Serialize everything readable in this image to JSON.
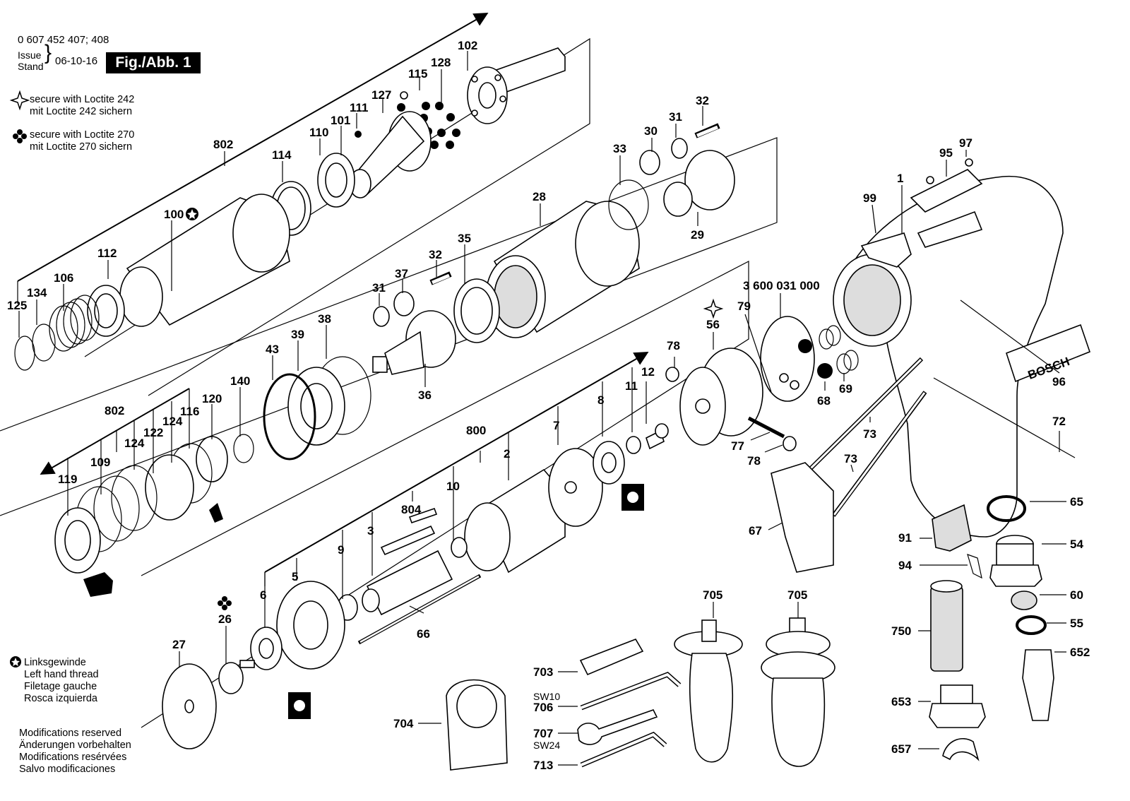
{
  "header": {
    "model_numbers": "0 607 452 407; 408",
    "issue_label": "Issue",
    "stand_label": "Stand",
    "issue_date": "06-10-16",
    "figure_label": "Fig./Abb. 1"
  },
  "legend": {
    "loctite_242_en": "secure with Loctite 242",
    "loctite_242_de": "mit Loctite 242 sichern",
    "loctite_270_en": "secure with Loctite 270",
    "loctite_270_de": "mit Loctite 270 sichern"
  },
  "left_thread_note": [
    "Linksgewinde",
    "Left hand thread",
    "Filetage gauche",
    "Rosca izquierda"
  ],
  "modifications_note": [
    "Modifications reserved",
    "Änderungen vorbehalten",
    "Modifications resérvées",
    "Salvo modificaciones"
  ],
  "brand_text": "BOSCH",
  "part_labels": {
    "p102": "102",
    "p128": "128",
    "p115": "115",
    "p127": "127",
    "p111": "111",
    "p101": "101",
    "p110": "110",
    "p114": "114",
    "p802a": "802",
    "p100": "100",
    "p112": "112",
    "p106": "106",
    "p134": "134",
    "p125": "125",
    "p32a": "32",
    "p31a": "31",
    "p30": "30",
    "p33": "33",
    "p29": "29",
    "p28": "28",
    "p35": "35",
    "p32b": "32",
    "p37": "37",
    "p31b": "31",
    "p36": "36",
    "p38": "38",
    "p39": "39",
    "p43": "43",
    "p140": "140",
    "p120": "120",
    "p116": "116",
    "p124a": "124",
    "p122": "122",
    "p802b": "802",
    "p124b": "124",
    "p109": "109",
    "p119": "119",
    "p800": "800",
    "p12": "12",
    "p11": "11",
    "p8": "8",
    "p7": "7",
    "p2": "2",
    "p10": "10",
    "p804": "804",
    "p3": "3",
    "p9": "9",
    "p5": "5",
    "p6": "6",
    "p26": "26",
    "p27": "27",
    "p66": "66",
    "p78a": "78",
    "p56": "56",
    "p79": "79",
    "p3600": "3 600 031 000",
    "p68": "68",
    "p69": "69",
    "p77": "77",
    "p78b": "78",
    "p67": "67",
    "p73a": "73",
    "p73b": "73",
    "p72": "72",
    "p96": "96",
    "p99": "99",
    "p1": "1",
    "p95": "95",
    "p97": "97",
    "p65": "65",
    "p91": "91",
    "p54": "54",
    "p94": "94",
    "p60": "60",
    "p55": "55",
    "p750": "750",
    "p652": "652",
    "p653": "653",
    "p657": "657",
    "p705a": "705",
    "p705b": "705",
    "p703": "703",
    "p706": "706",
    "p707": "707",
    "p713": "713",
    "p704": "704"
  },
  "wrench_sizes": {
    "sw10": "SW10",
    "sw24": "SW24"
  }
}
